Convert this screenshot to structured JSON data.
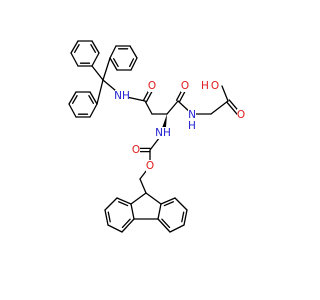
{
  "structure": {
    "atom_labels": [
      {
        "id": "nh-trityl",
        "text": "NH",
        "color": "#1f1fd2"
      },
      {
        "id": "o-side-amide",
        "text": "O",
        "color": "#e01b1b"
      },
      {
        "id": "o-glycine-amide",
        "text": "O",
        "color": "#e01b1b"
      },
      {
        "id": "n-glycine",
        "text": "N",
        "color": "#1f1fd2"
      },
      {
        "id": "h-glycine",
        "text": "H",
        "color": "#1f1fd2"
      },
      {
        "id": "o-hydroxyl",
        "text": "O",
        "color": "#e01b1b"
      },
      {
        "id": "h-hydroxyl",
        "text": "H",
        "color": "#e01b1b"
      },
      {
        "id": "o-acid-carbonyl",
        "text": "O",
        "color": "#e01b1b"
      },
      {
        "id": "nh-carbamate",
        "text": "NH",
        "color": "#1f1fd2"
      },
      {
        "id": "o-carbamate-carbonyl",
        "text": "O",
        "color": "#e01b1b"
      },
      {
        "id": "o-carbamate-ester",
        "text": "O",
        "color": "#e01b1b"
      }
    ]
  }
}
